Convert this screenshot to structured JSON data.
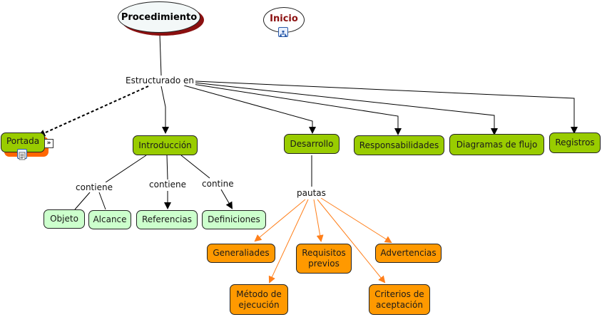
{
  "map": {
    "root": {
      "label": "Procedimiento"
    },
    "home": {
      "label": "Inicio",
      "icon": "concept-map-link-icon"
    },
    "linking_phrases": {
      "estructurado": "Estructurado en",
      "contiene1": "contiene",
      "contiene2": "contiene",
      "contine": "contine",
      "pautas": "pautas"
    },
    "concepts": {
      "portada": {
        "label": "Portada",
        "icons": [
          "document-icon",
          "forward-arrow-icon"
        ]
      },
      "introduccion": "Introducción",
      "desarrollo": "Desarrollo",
      "responsabilidades": "Responsabilidades",
      "diagramas": "Diagramas de flujo",
      "registros": "Registros",
      "objeto": "Objeto",
      "alcance": "Alcance",
      "referencias": "Referencias",
      "definiciones": "Definiciones",
      "generalidades": "Generaliades",
      "requisitos": "Requisitos previos",
      "advertencias": "Advertencias",
      "metodo": "Método de ejecución",
      "criterios": "Criterios de aceptación"
    },
    "colors": {
      "primary_concept": "#99cc00",
      "secondary_concept": "#ccffcc",
      "guideline_concept": "#ff9900",
      "guideline_link": "#ff7f1a",
      "root_shadow": "#8b1010",
      "link_text": "#8b1010"
    }
  }
}
